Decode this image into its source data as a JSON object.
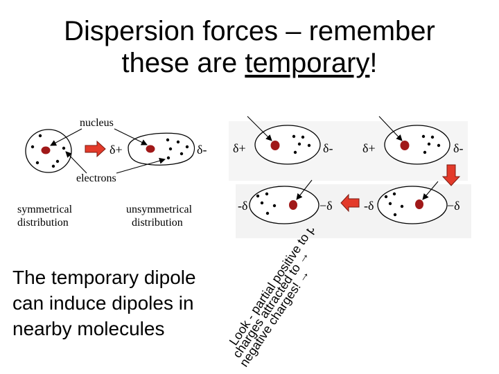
{
  "title": {
    "line1": "Dispersion forces – remember",
    "line2_pre": "these are ",
    "line2_underlined": "temporary",
    "line2_post": "!"
  },
  "diagram": {
    "labels": {
      "nucleus": "nucleus",
      "electrons": "electrons",
      "symmetrical": [
        "symmetrical",
        "distribution"
      ],
      "unsymmetrical": [
        "unsymmetrical",
        "distribution"
      ],
      "delta_plus": "δ+",
      "delta_minus": "δ-",
      "neg_delta": "-δ",
      "dash_neg_delta": "−δ"
    },
    "colors": {
      "nucleus": "#a01818",
      "arrow_fill": "#e33a2a",
      "arrow_stroke": "#7a1a10",
      "ellipse": "#000000"
    }
  },
  "body_text": {
    "lines": [
      "The temporary dipole",
      "can induce dipoles in",
      "nearby molecules"
    ]
  },
  "rotated_note": {
    "line1": "Look - partial positive to partial →",
    "line2": "charges attracted to →",
    "line3": "negative charges! →"
  }
}
